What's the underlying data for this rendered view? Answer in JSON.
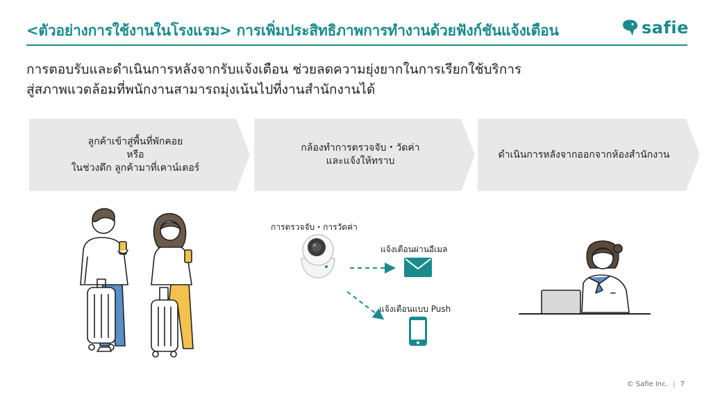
{
  "header": {
    "title": "<ตัวอย่างการใช้งานในโรงแรม> การเพิ่มประสิทธิภาพการทำงานด้วยฟังก์ชันแจ้งเตือน",
    "logo_text": "safie"
  },
  "subtitle": {
    "line1": "การตอบรับและดำเนินการหลังจากรับแจ้งเตือน ช่วยลดความยุ่งยากในการเรียกใช้บริการ",
    "line2": "สู่สภาพแวดล้อมที่พนักงานสามารถมุ่งเน้นไปที่งานสำนักงานได้"
  },
  "steps": [
    {
      "lines": [
        "ลูกค้าเข้าสู่พื้นที่พักคอย",
        "หรือ",
        "ในช่วงดึก ลูกค้ามาที่เคาน์เตอร์"
      ]
    },
    {
      "lines": [
        "กล้องทำการตรวจจับ・วัดค่า",
        "และแจ้งให้ทราบ"
      ]
    },
    {
      "lines": [
        "ดำเนินการหลังจากออกจากห้องสำนักงาน"
      ]
    }
  ],
  "diagram": {
    "camera_label": "การตรวจจับ・การวัดค่า",
    "email_label": "แจ้งเตือนผ่านอีเมล",
    "push_label": "แจ้งเตือนแบบ Push",
    "camera_icon": "camera-icon",
    "mail_icon": "mail-icon",
    "phone_icon": "smartphone-icon"
  },
  "footer": {
    "copyright": "© Safie Inc.",
    "separator": "|",
    "page_number": "7"
  },
  "colors": {
    "accent": "#1a8a8c",
    "step_bg": "#e8e8e8"
  }
}
